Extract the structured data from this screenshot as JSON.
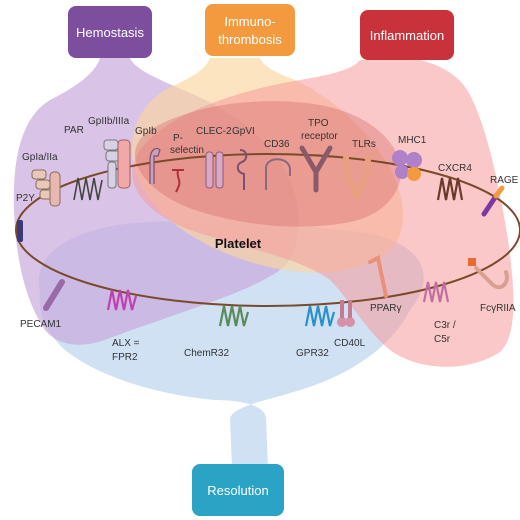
{
  "categories": {
    "hemostasis": {
      "label": "Hemostasis",
      "color": "#7d4e9e"
    },
    "immunothrombosis": {
      "line1": "Immuno-",
      "line2": "thrombosis",
      "color": "#f39a3e"
    },
    "inflammation": {
      "label": "Inflammation",
      "color": "#c9323a"
    },
    "resolution": {
      "label": "Resolution",
      "color": "#2aa3c4"
    }
  },
  "center_label": "Platelet",
  "receptors": {
    "gpia_iia": "GpIa/IIa",
    "par": "PAR",
    "gpiib_iiia": "GpIIb/IIIa",
    "gpib": "GpIb",
    "p_selectin_1": "P-",
    "p_selectin_2": "selectin",
    "clec2": "CLEC-2",
    "gpvi": "GpVI",
    "cd36": "CD36",
    "tpo_1": "TPO",
    "tpo_2": "receptor",
    "tlrs": "TLRs",
    "mhc1": "MHC1",
    "cxcr4": "CXCR4",
    "rage": "RAGE",
    "p2y": "P2Y",
    "pecam1": "PECAM1",
    "alx_1": "ALX =",
    "alx_2": "FPR2",
    "chemr32": "ChemR32",
    "gpr32": "GPR32",
    "cd40l": "CD40L",
    "ppar": "PPARγ",
    "c3r_1": "C3r /",
    "c3r_2": "C5r",
    "fcgriia": "FcγRIIA"
  }
}
